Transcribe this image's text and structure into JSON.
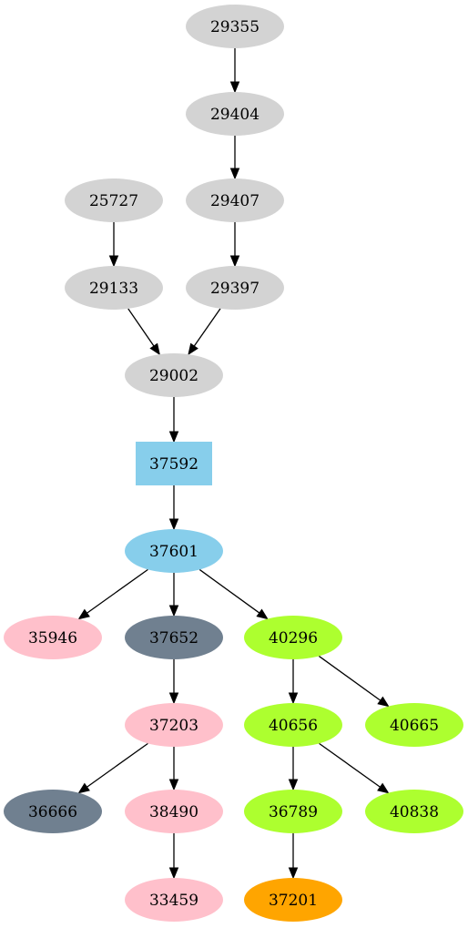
{
  "graph": {
    "nodes": [
      {
        "id": "29355",
        "label": "29355",
        "shape": "ellipse",
        "color": "#d3d3d3"
      },
      {
        "id": "29404",
        "label": "29404",
        "shape": "ellipse",
        "color": "#d3d3d3"
      },
      {
        "id": "25727",
        "label": "25727",
        "shape": "ellipse",
        "color": "#d3d3d3"
      },
      {
        "id": "29407",
        "label": "29407",
        "shape": "ellipse",
        "color": "#d3d3d3"
      },
      {
        "id": "29133",
        "label": "29133",
        "shape": "ellipse",
        "color": "#d3d3d3"
      },
      {
        "id": "29397",
        "label": "29397",
        "shape": "ellipse",
        "color": "#d3d3d3"
      },
      {
        "id": "29002",
        "label": "29002",
        "shape": "ellipse",
        "color": "#d3d3d3"
      },
      {
        "id": "37592",
        "label": "37592",
        "shape": "box",
        "color": "#87ceeb"
      },
      {
        "id": "37601",
        "label": "37601",
        "shape": "ellipse",
        "color": "#87ceeb"
      },
      {
        "id": "35946",
        "label": "35946",
        "shape": "ellipse",
        "color": "#ffc0cb"
      },
      {
        "id": "37652",
        "label": "37652",
        "shape": "ellipse",
        "color": "#708090"
      },
      {
        "id": "40296",
        "label": "40296",
        "shape": "ellipse",
        "color": "#adff2f"
      },
      {
        "id": "37203",
        "label": "37203",
        "shape": "ellipse",
        "color": "#ffc0cb"
      },
      {
        "id": "40656",
        "label": "40656",
        "shape": "ellipse",
        "color": "#adff2f"
      },
      {
        "id": "40665",
        "label": "40665",
        "shape": "ellipse",
        "color": "#adff2f"
      },
      {
        "id": "36666",
        "label": "36666",
        "shape": "ellipse",
        "color": "#708090"
      },
      {
        "id": "38490",
        "label": "38490",
        "shape": "ellipse",
        "color": "#ffc0cb"
      },
      {
        "id": "36789",
        "label": "36789",
        "shape": "ellipse",
        "color": "#adff2f"
      },
      {
        "id": "40838",
        "label": "40838",
        "shape": "ellipse",
        "color": "#adff2f"
      },
      {
        "id": "33459",
        "label": "33459",
        "shape": "ellipse",
        "color": "#ffc0cb"
      },
      {
        "id": "37201",
        "label": "37201",
        "shape": "ellipse",
        "color": "#ffa500"
      }
    ],
    "edges": [
      {
        "from": "29355",
        "to": "29404"
      },
      {
        "from": "29404",
        "to": "29407"
      },
      {
        "from": "25727",
        "to": "29133"
      },
      {
        "from": "29407",
        "to": "29397"
      },
      {
        "from": "29133",
        "to": "29002"
      },
      {
        "from": "29397",
        "to": "29002"
      },
      {
        "from": "29002",
        "to": "37592"
      },
      {
        "from": "37592",
        "to": "37601"
      },
      {
        "from": "37601",
        "to": "35946"
      },
      {
        "from": "37601",
        "to": "37652"
      },
      {
        "from": "37601",
        "to": "40296"
      },
      {
        "from": "37652",
        "to": "37203"
      },
      {
        "from": "40296",
        "to": "40656"
      },
      {
        "from": "40296",
        "to": "40665"
      },
      {
        "from": "37203",
        "to": "36666"
      },
      {
        "from": "37203",
        "to": "38490"
      },
      {
        "from": "40656",
        "to": "36789"
      },
      {
        "from": "40656",
        "to": "40838"
      },
      {
        "from": "38490",
        "to": "33459"
      },
      {
        "from": "36789",
        "to": "37201"
      }
    ]
  }
}
